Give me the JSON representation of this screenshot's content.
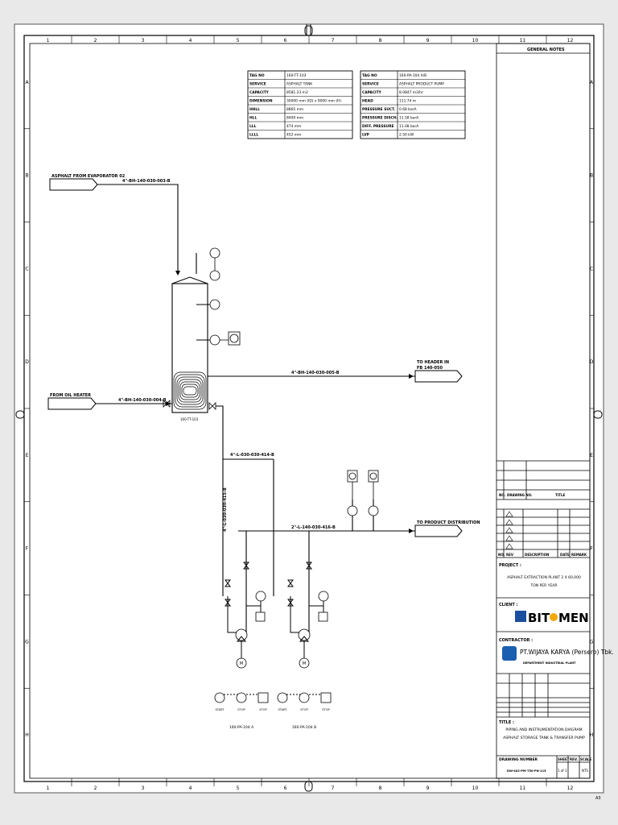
{
  "ruler": {
    "columns": [
      "1",
      "2",
      "3",
      "4",
      "5",
      "6",
      "7",
      "8",
      "9",
      "10",
      "11",
      "12"
    ],
    "rows": [
      "A",
      "B",
      "C",
      "D",
      "E",
      "F",
      "G",
      "H"
    ]
  },
  "tank_table": {
    "rows": [
      [
        "TAG NO",
        "160-TT-103"
      ],
      [
        "SERVICE",
        "ASPHALT TANK"
      ],
      [
        "CAPACITY",
        "8581.23 m3"
      ],
      [
        "DIMENSION",
        "30000 mm (ID) x 9000 mm (H)"
      ],
      [
        "HHLL",
        "8865 mm"
      ],
      [
        "HLL",
        "8409 mm"
      ],
      [
        "LLL",
        "474 mm"
      ],
      [
        "LLLL",
        "452 mm"
      ]
    ]
  },
  "pump_table": {
    "rows": [
      [
        "TAG NO",
        "160-PA-104 A/B"
      ],
      [
        "SERVICE",
        "ASPHALT PRODUCT PUMP"
      ],
      [
        "CAPACITY",
        "8.0847 m3/hr"
      ],
      [
        "HEAD",
        "111.74 m"
      ],
      [
        "PRESSURE SUCT.",
        "0.68 barA"
      ],
      [
        "PRESSURE DISCH.",
        "11.58 barA"
      ],
      [
        "DIFF. PRESSURE",
        "11.08 barA"
      ],
      [
        "LVP",
        "2.50 kW"
      ]
    ]
  },
  "streams": {
    "asphalt_from_evaporator": "ASPHALT FROM EVAPORATOR 02",
    "line_evaporator": "4\"-BH-140-030-003-B",
    "hot_oil_in": "FROM OIL HEATER",
    "line_hot_oil_in": "4\"-BH-140-030-004-B",
    "to_header": "TO HEADER IN",
    "to_header_sub": "FB 140-050",
    "line_to_header": "4\"-BH-140-030-005-B",
    "line_suction": "4\"-L-030-030-414-B",
    "line_vertical": "4\"-L-030-030-415-B",
    "line_discharge": "2\"-L-140-030-416-B",
    "to_product": "TO PRODUCT DISTRIBUTION"
  },
  "equipment": {
    "tank_tag": "160-TT-103",
    "pump_a_tag": "160-PA-104 A",
    "pump_b_tag": "160-PA-104 B"
  },
  "instruments": {
    "motor": "M",
    "start": "START",
    "stop": "STOP"
  },
  "title_block": {
    "general_notes": "GENERAL NOTES",
    "drawing_no": "DRAWING NO.",
    "title_col": "TITLE",
    "rev_no": "NO.",
    "rev": "REV",
    "description": "DESCRIPTION",
    "date": "DATE",
    "remark": "REMARK",
    "project_label": "PROJECT :",
    "project_line1": "ASPHALT EXTRACTION PLANT 2 X 60,000",
    "project_line2": "TON PER YEAR",
    "client_label": "CLIENT :",
    "client_logo_text": "BIT",
    "client_logo_text2": "MEN",
    "contractor_label": "CONTRACTOR :",
    "contractor_name": "PT.WIJAYA KARYA (Persero) Tbk.",
    "contractor_dept": "DEPARTMENT INDUSTRIAL PLANT",
    "title_label": "TITLE :",
    "title_line1": "PIPING AND INSTRUMENTATION DIAGRAM",
    "title_line2": "ASPHALT STORAGE TANK & TRANSFER PUMP",
    "drawing_number_label": "DRAWING NUMBER",
    "drawing_number": "DW-402-PM-750-PN-115",
    "sheet_label": "SHEET",
    "sheet_value": "1 of 1",
    "rev_label": "REV.",
    "scale_label": "SCALE",
    "scale_value": "NTS",
    "paper_size": "A3"
  }
}
